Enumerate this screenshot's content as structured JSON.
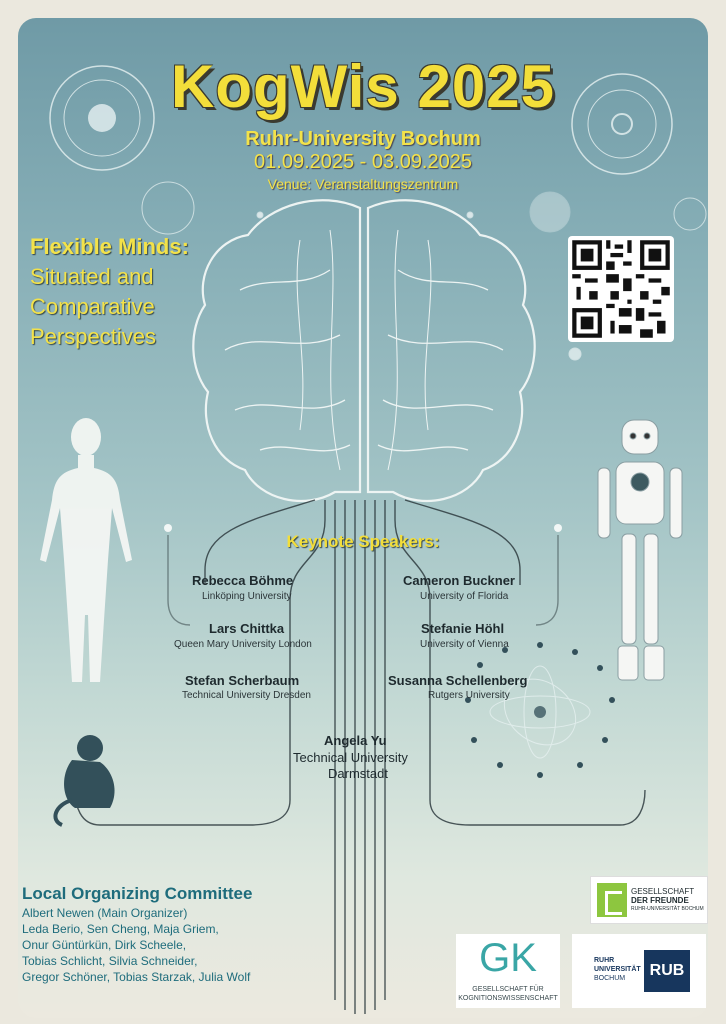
{
  "header": {
    "title": "KogWis 2025",
    "university": "Ruhr-University Bochum",
    "dates": "01.09.2025 - 03.09.2025",
    "venue": "Venue: Veranstaltungszentrum"
  },
  "theme": {
    "line1": "Flexible Minds:",
    "line2": "Situated and",
    "line3": "Comparative",
    "line4": "Perspectives"
  },
  "keynotes": {
    "heading": "Keynote Speakers:",
    "speakers": [
      {
        "name": "Rebecca Böhme",
        "affiliation": "Linköping University"
      },
      {
        "name": "Cameron Buckner",
        "affiliation": "University of Florida"
      },
      {
        "name": "Lars Chittka",
        "affiliation": "Queen Mary University London"
      },
      {
        "name": "Stefanie Höhl",
        "affiliation": "University of Vienna"
      },
      {
        "name": "Stefan Scherbaum",
        "affiliation": "Technical University Dresden"
      },
      {
        "name": "Susanna Schellenberg",
        "affiliation": "Rutgers University"
      },
      {
        "name": "Angela Yu",
        "affiliation_line1": "Technical University",
        "affiliation_line2": "Darmstadt"
      }
    ]
  },
  "committee": {
    "title": "Local Organizing Committee",
    "lines": [
      "Albert Newen (Main Organizer)",
      "Leda Berio, Sen Cheng, Maja Griem,",
      "Onur Güntürkün, Dirk Scheele,",
      "Tobias Schlicht, Silvia Schneider,",
      "Gregor Schöner, Tobias Starzak, Julia Wolf"
    ]
  },
  "logos": {
    "gdf": {
      "line1": "GESELLSCHAFT",
      "line2": "DER FREUNDE",
      "line3": "RUHR-UNIVERSITÄT BOCHUM"
    },
    "gk": {
      "mark": "GK",
      "line1": "GESELLSCHAFT FÜR",
      "line2": "KOGNITIONSWISSENSCHAFT"
    },
    "rub": {
      "line1": "RUHR",
      "line2": "UNIVERSITÄT",
      "line3": "BOCHUM",
      "mark": "RUB"
    }
  },
  "colors": {
    "title_yellow": "#f3de3a",
    "committee_teal": "#1e6c7c",
    "rub_blue": "#17365d",
    "gdf_green": "#8dc63f"
  }
}
